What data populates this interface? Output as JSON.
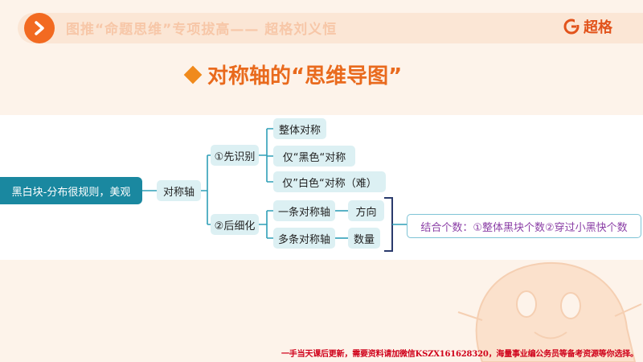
{
  "header": {
    "title": "图推“命题思维”专项拔高—— 超格刘义恒",
    "brand": "超格"
  },
  "slide": {
    "title": "对称轴的“思维导图”"
  },
  "mindmap": {
    "root": "黑白块-分布很规则，美观",
    "center": "对称轴",
    "branch1": "①先识别",
    "branch1_items": [
      "整体对称",
      "仅“黑色“对称",
      "仅”白色“对称（难）"
    ],
    "branch2": "②后细化",
    "branch2_items": [
      "一条对称轴",
      "多条对称轴"
    ],
    "branch2_leaves": [
      "方向",
      "数量"
    ],
    "summary": "结合个数：①整体黑块个数②穿过小黑快个数"
  },
  "footer": {
    "note": "一手当天课后更新，需要资料请加微信KSZX161628320，海量事业编公务员等备考资源等你选择。"
  },
  "colors": {
    "accent": "#f26a21",
    "title": "#e96a1d",
    "root": "#1a88a0",
    "node": "#dcf0f3",
    "summary_text": "#8b3fa6",
    "footer_text": "#d0021b"
  }
}
